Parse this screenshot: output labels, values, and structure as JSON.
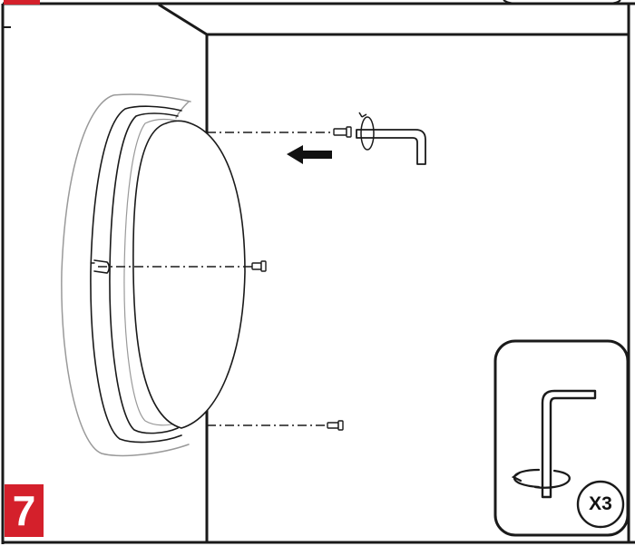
{
  "step": {
    "number": "7",
    "badge_color": "#d4202b"
  },
  "tool_box": {
    "tool_icon": "hex-key-icon",
    "rotation_icon": "rotate-arrow-icon",
    "quantity_label": "X3"
  },
  "assembly": {
    "fixture_icon": "round-light-fixture-icon",
    "screw_icon": "screw-icon",
    "push_direction_icon": "arrow-left-icon",
    "screw_count": 3
  },
  "colors": {
    "line": "#1a1a1a",
    "light_line": "#9a9a9a",
    "background": "#ffffff"
  }
}
